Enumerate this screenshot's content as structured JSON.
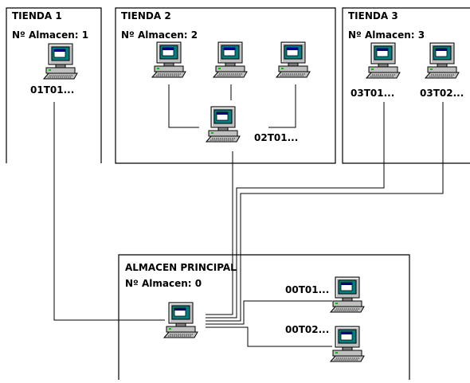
{
  "colors": {
    "background": "#ffffff",
    "border": "#000000",
    "line": "#000000",
    "monitor_case": "#c0c0c0",
    "monitor_screen": "#008080",
    "window_title": "#000080",
    "window_body": "#ffffff",
    "led": "#00c000"
  },
  "icons": {
    "computer": "computer-icon"
  },
  "stores": [
    {
      "id": "tienda-1",
      "title": "TIENDA 1",
      "subtitle": "Nº Almacen: 1",
      "terminals": [
        {
          "id": "t1-pc-1",
          "label": "01T01..."
        }
      ]
    },
    {
      "id": "tienda-2",
      "title": "TIENDA 2",
      "subtitle": "Nº Almacen: 2",
      "terminals": [
        {
          "id": "t2-pc-1",
          "label": ""
        },
        {
          "id": "t2-pc-2",
          "label": ""
        },
        {
          "id": "t2-pc-3",
          "label": ""
        },
        {
          "id": "t2-pc-hub",
          "label": "02T01..."
        }
      ]
    },
    {
      "id": "tienda-3",
      "title": "TIENDA 3",
      "subtitle": "Nº Almacen: 3",
      "terminals": [
        {
          "id": "t3-pc-1",
          "label": "03T01..."
        },
        {
          "id": "t3-pc-2",
          "label": "03T02..."
        }
      ]
    },
    {
      "id": "almacen-principal",
      "title": "ALMACEN PRINCIPAL",
      "subtitle": "Nº Almacen: 0",
      "terminals": [
        {
          "id": "ap-pc-main",
          "label": ""
        },
        {
          "id": "ap-pc-1",
          "label": "00T01..."
        },
        {
          "id": "ap-pc-2",
          "label": "00T02..."
        }
      ]
    }
  ]
}
